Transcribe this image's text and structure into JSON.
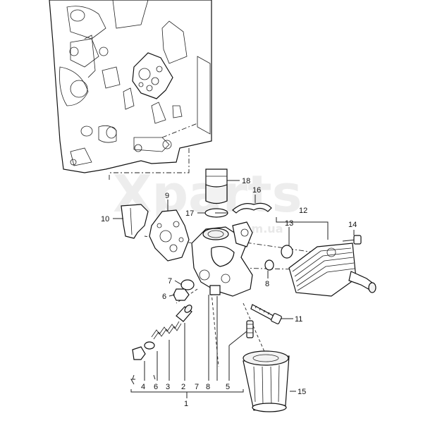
{
  "watermark": {
    "brand": "Xparts",
    "domain": ".com.ua"
  },
  "callouts": {
    "c1": "1",
    "c2": "2",
    "c3": "3",
    "c4": "4",
    "c5": "5",
    "c6": "6",
    "c7": "7",
    "c8": "8",
    "c9": "9",
    "c10": "10",
    "c11": "11",
    "c12": "12",
    "c13": "13",
    "c14": "14",
    "c15": "15",
    "c16": "16",
    "c17": "17",
    "c18": "18"
  },
  "bottom_row": {
    "b4": "4",
    "b6": "6",
    "b3": "3",
    "b2": "2",
    "b7": "7",
    "b8": "8",
    "b5": "5",
    "b1": "1"
  },
  "colors": {
    "line": "#111111",
    "watermark": "#e6e6e6",
    "background": "#ffffff"
  }
}
